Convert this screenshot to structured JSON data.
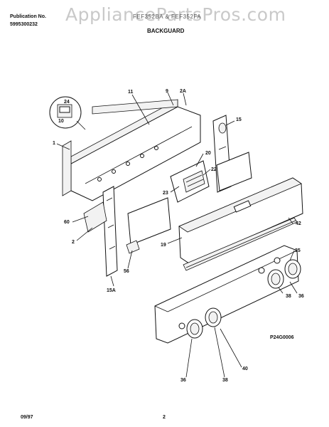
{
  "header": {
    "publication_label": "Publication No.",
    "publication_number": "5995300232",
    "model_codes": "FEF352BA & FEF352FA",
    "section_title": "BACKGUARD"
  },
  "watermark": "AppliancePartsPros.com",
  "footer": {
    "date": "09/97",
    "page_number": "2"
  },
  "diagram": {
    "drawing_code": "P24G0006",
    "callouts": [
      "24",
      "10",
      "1",
      "11",
      "9",
      "2A",
      "15",
      "20",
      "22",
      "23",
      "60",
      "2",
      "56",
      "19",
      "42",
      "15A",
      "35",
      "36",
      "40",
      "36",
      "38",
      "38"
    ]
  }
}
